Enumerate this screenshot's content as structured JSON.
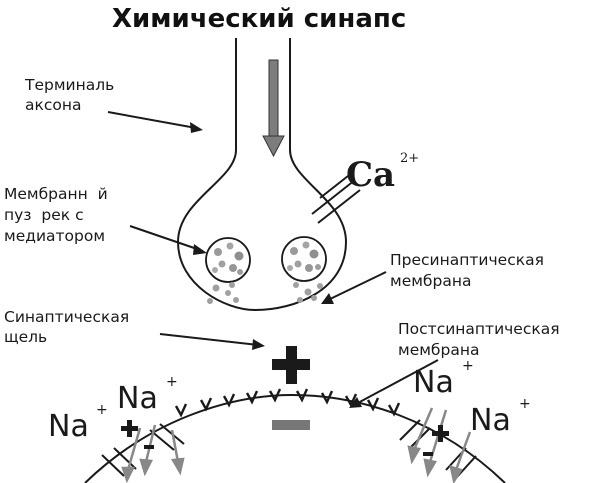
{
  "title": "Химический синапс",
  "labels": {
    "axon_terminal_1": "Терминаль",
    "axon_terminal_2": "аксона",
    "vesicle_1": "Мембранн  й",
    "vesicle_2": "пуз  рек с",
    "vesicle_3": "медиатором",
    "presynaptic_1": "Пресинаптическая",
    "presynaptic_2": "мембрана",
    "cleft_1": "Синаптическая",
    "cleft_2": "щель",
    "postsynaptic_1": "Постсинаптическая",
    "postsynaptic_2": "мембрана"
  },
  "ions": {
    "ca": "Ca",
    "ca_charge": "2+",
    "na": "Na",
    "na_charge": "+"
  },
  "colors": {
    "outline": "#1a1a1a",
    "arrow_gray": "#808080",
    "vesicle_dot": "#9a9a9a",
    "minus_bar": "#777777"
  }
}
